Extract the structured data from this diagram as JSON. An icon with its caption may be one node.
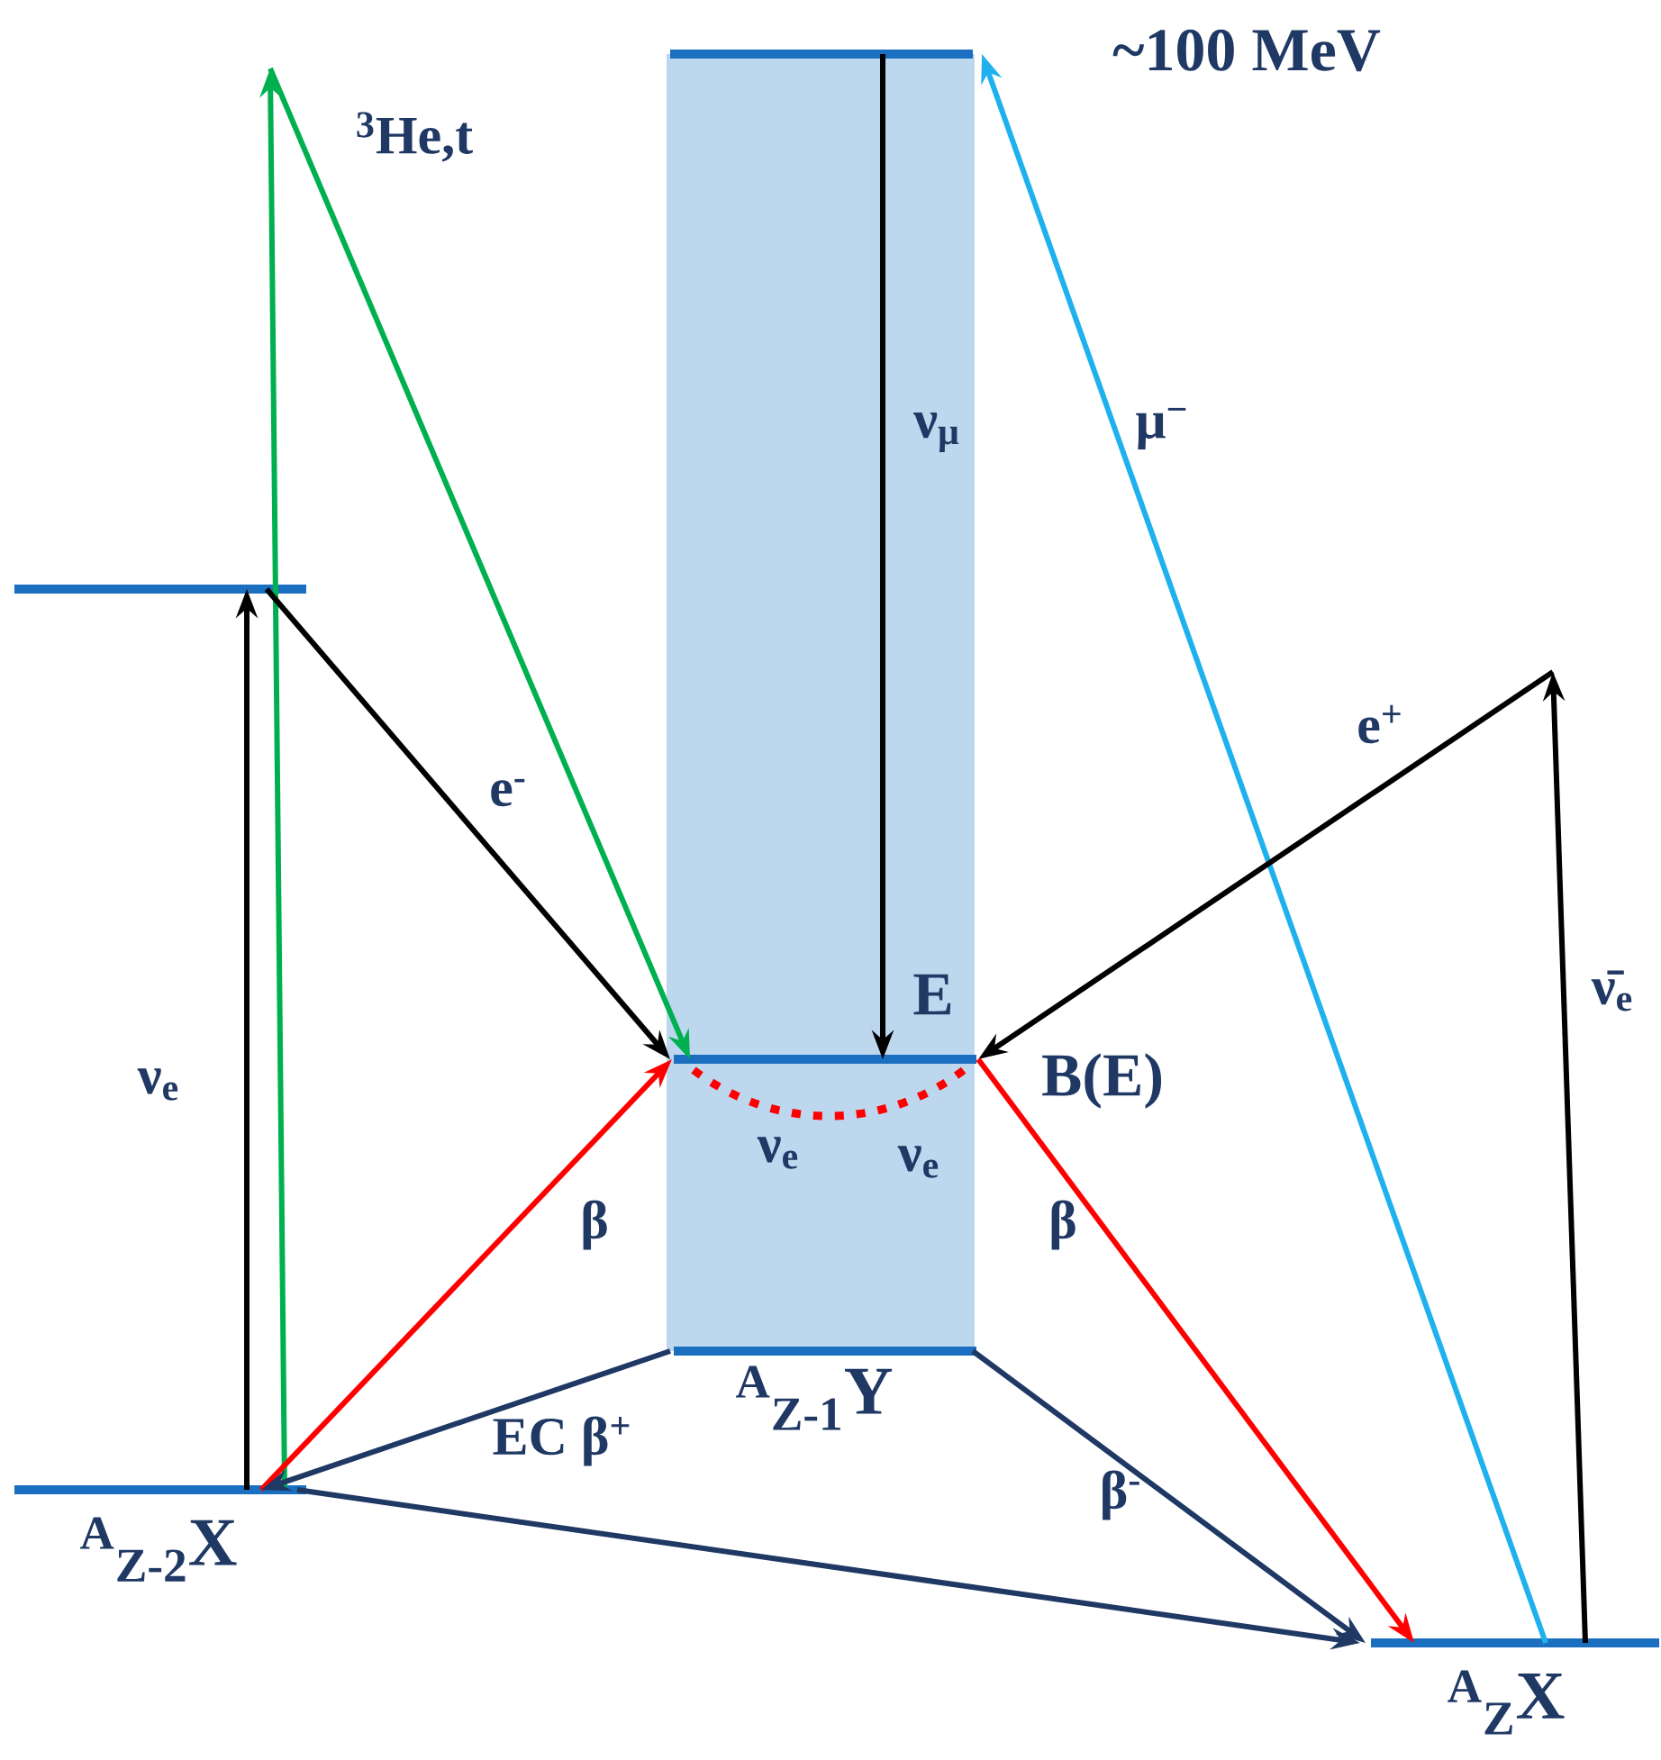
{
  "diagram": {
    "nodes": [
      {
        "text": [],
        "shape": "bar",
        "beside": [
          "~100 MeV"
        ]
      },
      {
        "text": [],
        "shape": "bar"
      },
      {
        "text": [],
        "shape": "bar",
        "beside": [
          "E",
          "B(E)"
        ]
      },
      {
        "text": [],
        "shape": "bar",
        "beside": [
          "$^{A}$$_{Z-1}$Y"
        ]
      },
      {
        "text": [],
        "shape": "bar",
        "beside": [
          "$^{A}$$_{Z-2}$X"
        ]
      },
      {
        "text": [],
        "shape": "bar",
        "beside": [
          "$^{A}$$_{Z}$X"
        ]
      }
    ],
    "edges": [
      {
        "from": 4,
        "to": null,
        "arrow": "to",
        "color": "#00b050"
      },
      {
        "from": null,
        "to": 2,
        "arrow": "to",
        "color": "#00b050",
        "label": "$^{3}$He,t"
      },
      {
        "from": 4,
        "to": 1,
        "arrow": "to",
        "label": "ν$_{e}$"
      },
      {
        "from": 1,
        "to": 2,
        "arrow": "to",
        "label": "e$^{-}$"
      },
      {
        "from": 0,
        "to": 2,
        "arrow": "to",
        "label": "ν$_{μ}$"
      },
      {
        "from": 5,
        "to": 0,
        "arrow": "to",
        "color": "#1fb1ee",
        "label": "μ$^{−}$"
      },
      {
        "from": 5,
        "to": null,
        "arrow": "to",
        "label": "ν̄$_{e}$"
      },
      {
        "from": null,
        "to": 2,
        "arrow": "to",
        "label": "e$^{+}$"
      },
      {
        "from": 4,
        "to": 2,
        "arrow": "to",
        "color": "#ff0000",
        "label": "β"
      },
      {
        "from": 2,
        "to": 5,
        "arrow": "to",
        "color": "#ff0000",
        "label": "β"
      },
      {
        "from": 3,
        "to": 4,
        "arrow": "to",
        "color": "#1f3864",
        "label": "EC β$^{+}$"
      },
      {
        "from": 3,
        "to": 5,
        "arrow": "to",
        "color": "#1f3864",
        "label": "β$^{-}$"
      },
      {
        "from": 4,
        "to": 5,
        "arrow": "to",
        "color": "#1f3864"
      }
    ],
    "labels": [
      "ν$_{e}$",
      "ν$_{e}$"
    ]
  }
}
